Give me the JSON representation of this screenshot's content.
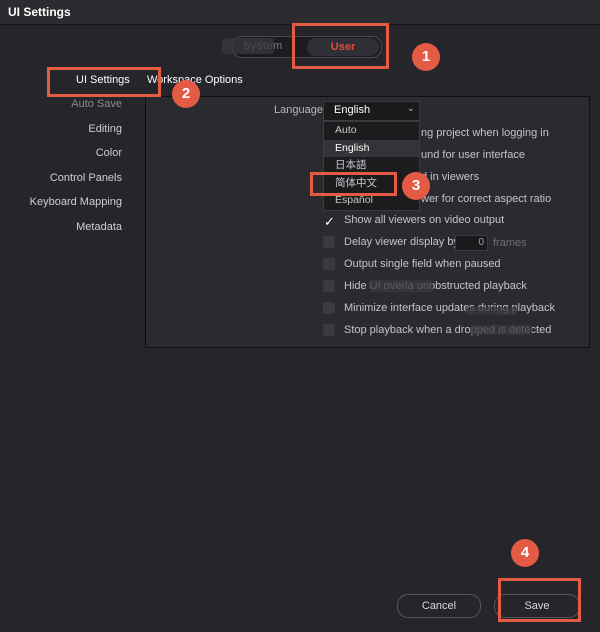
{
  "window": {
    "title": "UI Settings"
  },
  "top_tabs": {
    "left_label": "System",
    "right_label": "User"
  },
  "sub_tabs": [
    "UI Settings",
    "Workspace Options"
  ],
  "left_nav": [
    "Auto Save",
    "Editing",
    "Color",
    "Control Panels",
    "Keyboard Mapping",
    "Metadata"
  ],
  "language": {
    "label": "Language",
    "value": "English",
    "options": [
      "Auto",
      "English",
      "日本語",
      "简体中文",
      "Español"
    ]
  },
  "settings": {
    "row1": "ng project when logging in",
    "row2": "und for user interface",
    "row3": "d in viewers",
    "row4": "wer for correct aspect ratio",
    "show_all": "Show all viewers on video output",
    "delay": "Delay viewer display by",
    "delay_value": "0",
    "frames": "frames",
    "output_single": "Output single field when paused",
    "hide_ui": "Hide UI overla    unobstructed playback",
    "minimize": "Minimize interface updates during playback",
    "stop_playback": "Stop playback when a dropped         is detected"
  },
  "buttons": {
    "cancel": "Cancel",
    "save": "Save"
  },
  "annotations": {
    "n1": "1",
    "n2": "2",
    "n3": "3",
    "n4": "4"
  },
  "colors": {
    "accent_red": "#e35b45",
    "user_tab_red": "#e24b3b"
  }
}
